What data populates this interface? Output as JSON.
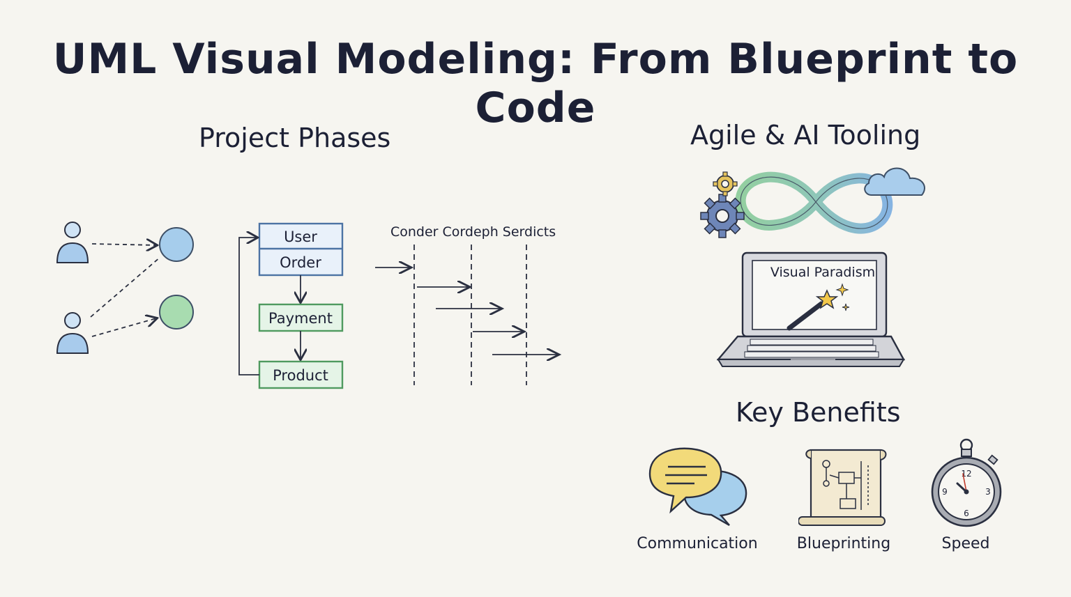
{
  "title": "UML Visual Modeling: From Blueprint to Code",
  "sections": {
    "phases": "Project Phases",
    "agile": "Agile & AI Tooling",
    "benefits": "Key Benefits"
  },
  "class_boxes": [
    "User",
    "Order",
    "Payment",
    "Product"
  ],
  "sequence_header": "Conder  Cordeph Serdicts",
  "laptop_screen": "Visual Paradism",
  "benefits": [
    "Communication",
    "Blueprinting",
    "Speed"
  ],
  "stopwatch_numbers": [
    "12",
    "3",
    "6",
    "9"
  ],
  "colors": {
    "ink": "#1c2035",
    "blue": "#9cc8ea",
    "green": "#9ed8a8",
    "box_border_blue": "#5b86b8",
    "box_border_green": "#5aa468"
  }
}
